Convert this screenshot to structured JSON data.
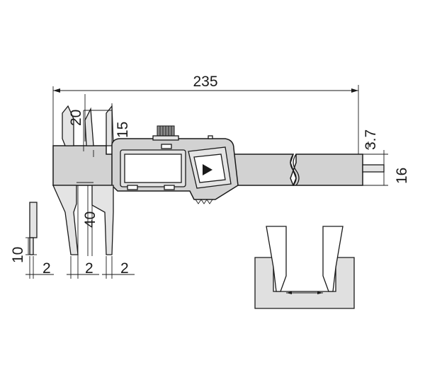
{
  "dimensions": {
    "overall_length": "235",
    "upper_jaw_depth": "20",
    "upper_jaw_tip": "15",
    "depth_rod_width": "3.7",
    "beam_height": "16",
    "lower_jaw_depth": "40",
    "small_tip_height": "10",
    "tip_width_left": "2",
    "tip_width_mid": "2",
    "tip_width_right": "2"
  },
  "colors": {
    "line": "#1a1a1a",
    "body": "#d2d2d2",
    "panel": "#e4e4e4",
    "workpiece": "#e0e0e0"
  },
  "icons": {
    "measure_button": "triangle-right-icon"
  }
}
